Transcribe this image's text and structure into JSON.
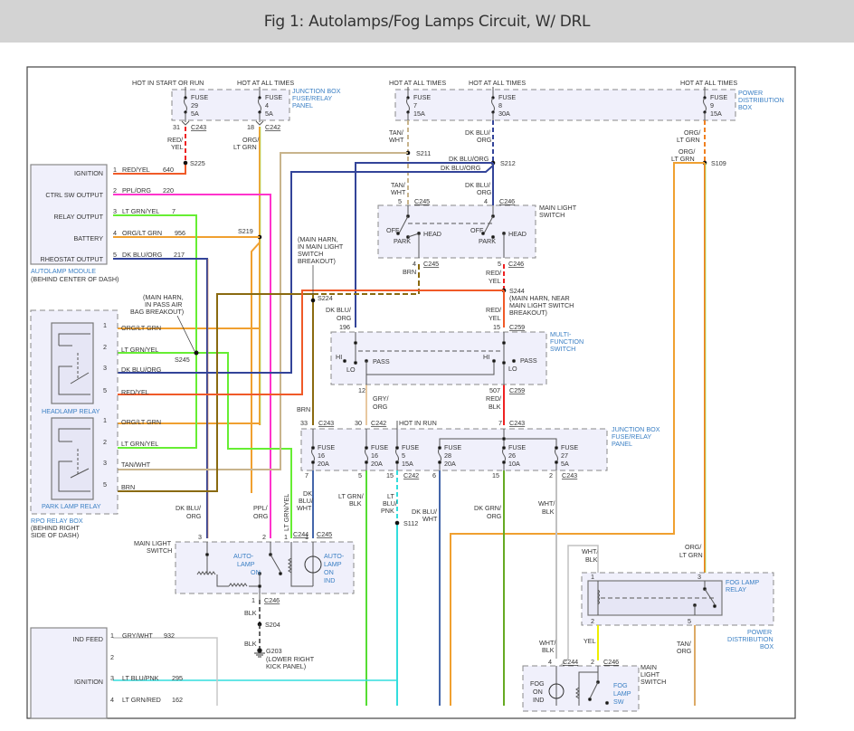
{
  "title": "Fig 1: Autolamps/Fog Lamps Circuit, W/ DRL",
  "colors": {
    "red_yel": "#f05a28",
    "ppl_org": "#ff33cc",
    "lt_grn_yel": "#66ee33",
    "org_lt_grn": "#f0a030",
    "dk_blu_org": "#334499",
    "tan_wht": "#c8b48c",
    "brn": "#8a6a10",
    "red": "#ee2222",
    "lt_blu_pnk": "#33dddd",
    "dk_blu_wht": "#4466aa",
    "dk_grn_org": "#66aa22",
    "wht_blk": "#c0c0c0",
    "yel": "#eeee00",
    "tan_org": "#dcaa66",
    "gry_wht": "#c8c8c8",
    "gry_org": "#e8c8a0",
    "lt_grn_blk": "#55dd33",
    "label_blue": "#3a7fc4"
  },
  "power_labels": {
    "hot_start_run": "HOT IN START OR RUN",
    "hot_all_1": "HOT AT ALL TIMES",
    "hot_all_2": "HOT AT ALL TIMES",
    "hot_all_3": "HOT AT ALL TIMES",
    "hot_all_4": "HOT AT ALL TIMES",
    "hot_in_run": "HOT IN RUN"
  },
  "junction_box_top": {
    "label_1": "JUNCTION BOX",
    "label_2": "FUSE/RELAY",
    "label_3": "PANEL",
    "fuse_a": {
      "word": "FUSE",
      "num": "29",
      "amp": "5A",
      "pin": "31",
      "conn": "C243"
    },
    "fuse_b": {
      "word": "FUSE",
      "num": "4",
      "amp": "5A",
      "pin": "18",
      "conn": "C242"
    }
  },
  "power_dist_top": {
    "label_1": "POWER",
    "label_2": "DISTRIBUTION",
    "label_3": "BOX",
    "fuse_a": {
      "word": "FUSE",
      "num": "7",
      "amp": "15A"
    },
    "fuse_b": {
      "word": "FUSE",
      "num": "8",
      "amp": "30A"
    },
    "fuse_c": {
      "word": "FUSE",
      "num": "9",
      "amp": "15A"
    }
  },
  "wire_labels": {
    "red_yel_1": "RED/",
    "red_yel_2": "YEL",
    "org_ltgrn_1": "ORG/",
    "org_ltgrn_2": "LT GRN",
    "tan_wht_1": "TAN/",
    "tan_wht_2": "WHT",
    "dkblu_org_1": "DK BLU/",
    "dkblu_org_2": "ORG",
    "org_ltgrn_r1": "ORG/",
    "org_ltgrn_r2": "LT GRN",
    "org_ltgrn_r3": "ORG/",
    "org_ltgrn_r4": "LT GRN",
    "dkbluorg_a": "DK BLU/ORG",
    "dkbluorg_b": "DK BLU/ORG",
    "tan_wht_3": "TAN/",
    "tan_wht_4": "WHT",
    "dkblu_org_3": "DK BLU/",
    "dkblu_org_4": "ORG",
    "brn_1": "BRN",
    "red_yel_3": "RED/",
    "red_yel_4": "YEL",
    "dkblu_org_5": "DK BLU/",
    "dkblu_org_6": "ORG",
    "red_yel_5": "RED/",
    "red_yel_6": "YEL",
    "gry_org_1": "GRY/",
    "gry_org_2": "ORG",
    "red_blk_1": "RED/",
    "red_blk_2": "BLK",
    "brn_2": "BRN",
    "dkblu_wht_1": "DK",
    "dkblu_wht_2": "BLU/",
    "dkblu_wht_3": "WHT",
    "ltgrn_blk_1": "LT GRN/",
    "ltgrn_blk_2": "BLK",
    "ltblu_pnk_1": "LT",
    "ltblu_pnk_2": "BLU/",
    "ltblu_pnk_3": "PNK",
    "dkblu_wht_4": "DK BLU/",
    "dkblu_wht_5": "WHT",
    "dkgrn_org_1": "DK GRN/",
    "dkgrn_org_2": "ORG",
    "wht_blk_1": "WHT/",
    "wht_blk_2": "BLK",
    "dkblu_org_7": "DK BLU/",
    "dkblu_org_8": "ORG",
    "ppl_org_1": "PPL/",
    "ppl_org_2": "ORG",
    "ltgrn_yel_v": "LT GRN/YEL",
    "blk_1": "BLK",
    "blk_2": "BLK",
    "wht_blk_3": "WHT/",
    "wht_blk_4": "BLK",
    "org_ltgrn_f1": "ORG/",
    "org_ltgrn_f2": "LT GRN",
    "yel_1": "YEL",
    "tan_org_1": "TAN/",
    "tan_org_2": "ORG",
    "wht_blk_5": "WHT/",
    "wht_blk_6": "BLK"
  },
  "splices": {
    "s225": "S225",
    "s211": "S211",
    "s212": "S212",
    "s109": "S109",
    "s219": "S219",
    "s224": "S224",
    "s244": "S244",
    "s245": "S245",
    "s112": "S112",
    "s204": "S204",
    "g203": "G203"
  },
  "notes": {
    "main_harn_mls_1": "(MAIN HARN,",
    "main_harn_mls_2": "IN MAIN LIGHT",
    "main_harn_mls_3": "SWITCH",
    "main_harn_mls_4": "BREAKOUT)",
    "main_harn_pab_1": "(MAIN HARN,",
    "main_harn_pab_2": "IN PASS AIR",
    "main_harn_pab_3": "BAG BREAKOUT)",
    "s244_1": "(MAIN HARN, NEAR",
    "s244_2": "MAIN LIGHT SWITCH",
    "s244_3": "BREAKOUT)",
    "g203_1": "(LOWER RIGHT",
    "g203_2": "KICK PANEL)"
  },
  "autolamp_module": {
    "name": "AUTOLAMP MODULE",
    "location": "(BEHIND CENTER OF DASH)",
    "pins": [
      {
        "label": "IGNITION",
        "num": "1",
        "wire": "RED/YEL",
        "circuit": "640"
      },
      {
        "label": "CTRL SW OUTPUT",
        "num": "2",
        "wire": "PPL/ORG",
        "circuit": "220"
      },
      {
        "label": "RELAY OUTPUT",
        "num": "3",
        "wire": "LT GRN/YEL",
        "circuit": "7"
      },
      {
        "label": "BATTERY",
        "num": "4",
        "wire": "ORG/LT GRN",
        "circuit": "956"
      },
      {
        "label": "RHEOSTAT OUTPUT",
        "num": "5",
        "wire": "DK BLU/ORG",
        "circuit": "217"
      }
    ]
  },
  "rpo_relay_box": {
    "name": "RPO RELAY BOX",
    "loc_1": "(BEHIND RIGHT",
    "loc_2": "SIDE OF DASH)",
    "headlamp_relay": "HEADLAMP RELAY",
    "park_lamp_relay": "PARK LAMP RELAY",
    "headlamp_pins": [
      {
        "num": "1",
        "wire": "ORG/LT GRN"
      },
      {
        "num": "2",
        "wire": "LT GRN/YEL"
      },
      {
        "num": "3",
        "wire": "DK BLU/ORG"
      },
      {
        "num": "5",
        "wire": "RED/YEL"
      }
    ],
    "park_pins": [
      {
        "num": "1",
        "wire": "ORG/LT GRN"
      },
      {
        "num": "2",
        "wire": "LT GRN/YEL"
      },
      {
        "num": "3",
        "wire": "TAN/WHT"
      },
      {
        "num": "5",
        "wire": "BRN"
      }
    ]
  },
  "main_light_switch": {
    "label_1": "MAIN LIGHT",
    "label_2": "SWITCH",
    "pin_a": "5",
    "conn_a": "C245",
    "pin_b": "4",
    "conn_b": "C246",
    "pin_c": "4",
    "conn_c": "C245",
    "pin_d": "5",
    "conn_d": "C246",
    "off_1": "OFF",
    "park_1": "PARK",
    "head_1": "HEAD",
    "off_2": "OFF",
    "park_2": "PARK",
    "head_2": "HEAD"
  },
  "multi_function_switch": {
    "label_1": "MULTI-",
    "label_2": "FUNCTION",
    "label_3": "SWITCH",
    "pin_a": "196",
    "pin_b": "15",
    "conn_b": "C259",
    "pin_c": "12",
    "pin_d": "507",
    "conn_d": "C259",
    "hi_1": "HI",
    "lo_1": "LO",
    "pass_1": "PASS",
    "hi_2": "HI",
    "lo_2": "LO",
    "pass_2": "PASS"
  },
  "junction_box_mid": {
    "label_1": "JUNCTION BOX",
    "label_2": "FUSE/RELAY",
    "label_3": "PANEL",
    "top_pins": [
      {
        "num": "33",
        "conn": "C243"
      },
      {
        "num": "30",
        "conn": "C242"
      },
      {
        "num": "7",
        "conn": "C243"
      }
    ],
    "fuses": [
      {
        "word": "FUSE",
        "num": "16",
        "amp": "20A",
        "out_pin": "7"
      },
      {
        "word": "FUSE",
        "num": "16",
        "amp": "20A",
        "out_pin": "5"
      },
      {
        "word": "FUSE",
        "num": "5",
        "amp": "15A",
        "out_pin": "15",
        "out_conn": "C242"
      },
      {
        "word": "FUSE",
        "num": "28",
        "amp": "20A",
        "out_pin": "6"
      },
      {
        "word": "FUSE",
        "num": "26",
        "amp": "10A",
        "out_pin": "15"
      },
      {
        "word": "FUSE",
        "num": "27",
        "amp": "5A",
        "out_pin": "2",
        "out_conn": "C243"
      }
    ]
  },
  "mls_autolamp": {
    "label_1": "MAIN LIGHT",
    "label_2": "SWITCH",
    "pin_3": "3",
    "pin_2": "2",
    "pin_1a": "1",
    "conn_1a": "C244",
    "pin_1b": "1",
    "conn_1b": "C245",
    "auto_on_1": "AUTO-",
    "auto_on_2": "LAMP",
    "auto_on_3": "ON",
    "ind_1": "AUTO-",
    "ind_2": "LAMP",
    "ind_3": "ON",
    "ind_4": "IND",
    "out_pin": "1",
    "out_conn": "C246"
  },
  "fog_relay": {
    "label_1": "FOG LAMP",
    "label_2": "RELAY",
    "pd_1": "POWER",
    "pd_2": "DISTRIBUTION",
    "pd_3": "BOX",
    "pin_1": "1",
    "pin_2": "2",
    "pin_3": "3",
    "pin_5": "5"
  },
  "fog_switch": {
    "pin_a": "4",
    "conn_a": "C244",
    "pin_b": "2",
    "conn_b": "C246",
    "label_1": "MAIN",
    "label_2": "LIGHT",
    "label_3": "SWITCH",
    "ind_1": "FOG",
    "ind_2": "ON",
    "ind_3": "IND",
    "sw_1": "FOG",
    "sw_2": "LAMP",
    "sw_3": "SW"
  },
  "lower_module": {
    "pins": [
      {
        "label": "IND FEED",
        "num": "1",
        "wire": "GRY/WHT",
        "circuit": "932"
      },
      {
        "label": "",
        "num": "2",
        "wire": "",
        "circuit": ""
      },
      {
        "label": "IGNITION",
        "num": "3",
        "wire": "LT BLU/PNK",
        "circuit": "295"
      },
      {
        "label": "",
        "num": "4",
        "wire": "LT GRN/RED",
        "circuit": "162"
      }
    ]
  }
}
